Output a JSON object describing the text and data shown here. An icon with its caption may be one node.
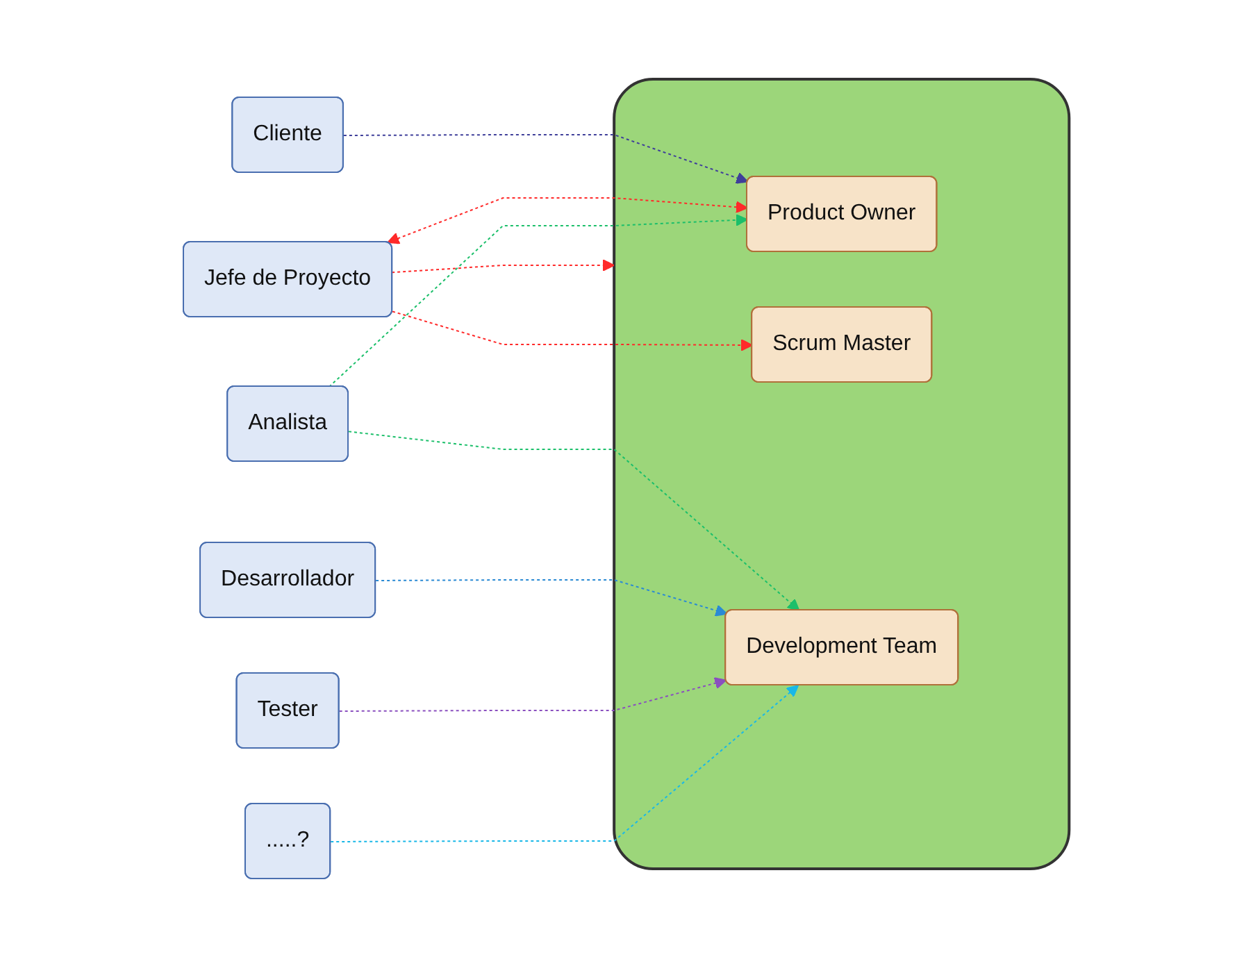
{
  "diagram": {
    "nodes": [
      {
        "text": [
          "Cliente"
        ]
      },
      {
        "text": [
          "Jefe de Proyecto"
        ]
      },
      {
        "text": [
          "Analista"
        ]
      },
      {
        "text": [
          "Desarrollador"
        ]
      },
      {
        "text": [
          "Tester"
        ]
      },
      {
        "text": [
          ".....?"
        ]
      },
      {
        "text": [],
        "shape": "box"
      },
      {
        "text": [
          "Product Owner"
        ],
        "in": 6
      },
      {
        "text": [
          "Scrum Master"
        ],
        "in": 6
      },
      {
        "text": [
          "Development Team"
        ],
        "in": 6
      }
    ],
    "edges": [
      {
        "from": 0,
        "to": 7,
        "arrow": "to",
        "style": "dashed",
        "color": "#3f3f9a"
      },
      {
        "from": 1,
        "to": 7,
        "arrow": "both",
        "style": "dashed",
        "color": "#ff2a2a"
      },
      {
        "from": 1,
        "to": 6,
        "arrow": "to",
        "style": "dashed",
        "color": "#ff2a2a"
      },
      {
        "from": 1,
        "to": 8,
        "arrow": "to",
        "style": "dashed",
        "color": "#ff2a2a"
      },
      {
        "from": 2,
        "to": 7,
        "arrow": "to",
        "style": "dashed",
        "color": "#1bbf6a"
      },
      {
        "from": 2,
        "to": 9,
        "arrow": "to",
        "style": "dashed",
        "color": "#1bbf6a"
      },
      {
        "from": 3,
        "to": 9,
        "arrow": "to",
        "style": "dashed",
        "color": "#2a8ad4"
      },
      {
        "from": 4,
        "to": 9,
        "arrow": "to",
        "style": "dashed",
        "color": "#8a4fbf"
      },
      {
        "from": 5,
        "to": 9,
        "arrow": "to",
        "style": "dashed",
        "color": "#19b8e8"
      }
    ]
  }
}
